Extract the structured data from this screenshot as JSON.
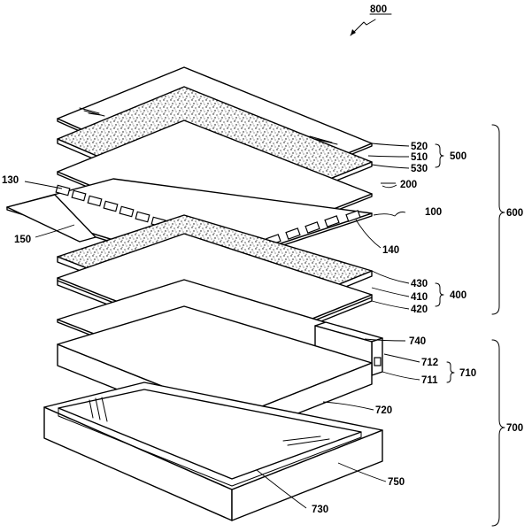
{
  "figure": {
    "ref": "800",
    "labels": {
      "l520": "520",
      "l510": "510",
      "l530": "530",
      "l500": "500",
      "l200": "200",
      "l130": "130",
      "l100": "100",
      "l150": "150",
      "l140": "140",
      "l600": "600",
      "l430": "430",
      "l410": "410",
      "l420": "420",
      "l400": "400",
      "l740": "740",
      "l712": "712",
      "l711": "711",
      "l710": "710",
      "l720": "720",
      "l700": "700",
      "l750": "750",
      "l730": "730"
    }
  }
}
